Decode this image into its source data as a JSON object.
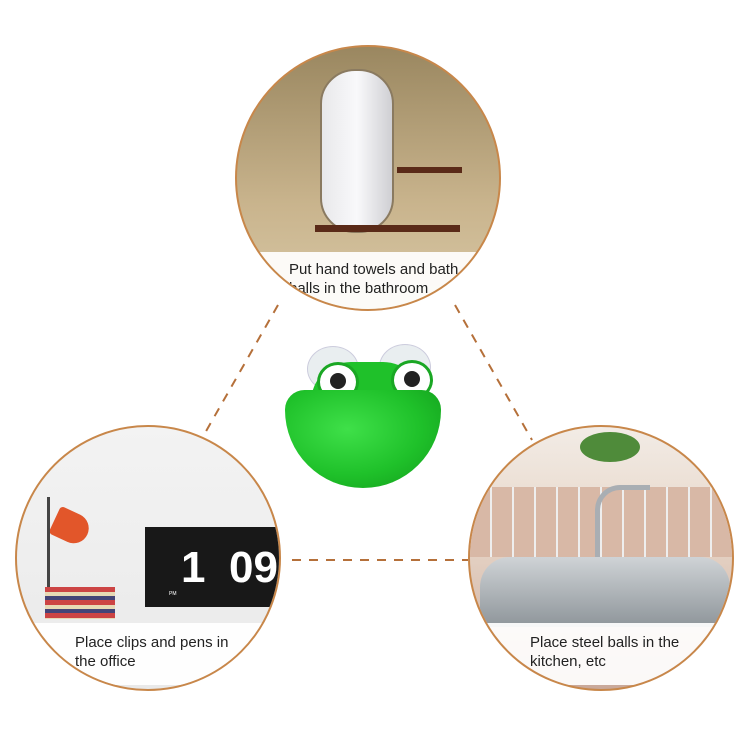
{
  "scenes": [
    {
      "caption_line1": "Put hand towels and bath",
      "caption_line2": "balls in the bathroom"
    },
    {
      "caption_line1": "Place clips and pens in",
      "caption_line2": "the office",
      "clock": {
        "hour": "1",
        "minutes": "09",
        "marker": "PM"
      }
    },
    {
      "caption_line1": "Place steel balls in the",
      "caption_line2": "kitchen, etc"
    }
  ],
  "colors": {
    "border": "#c8874a",
    "frog": "#1fc12a"
  }
}
